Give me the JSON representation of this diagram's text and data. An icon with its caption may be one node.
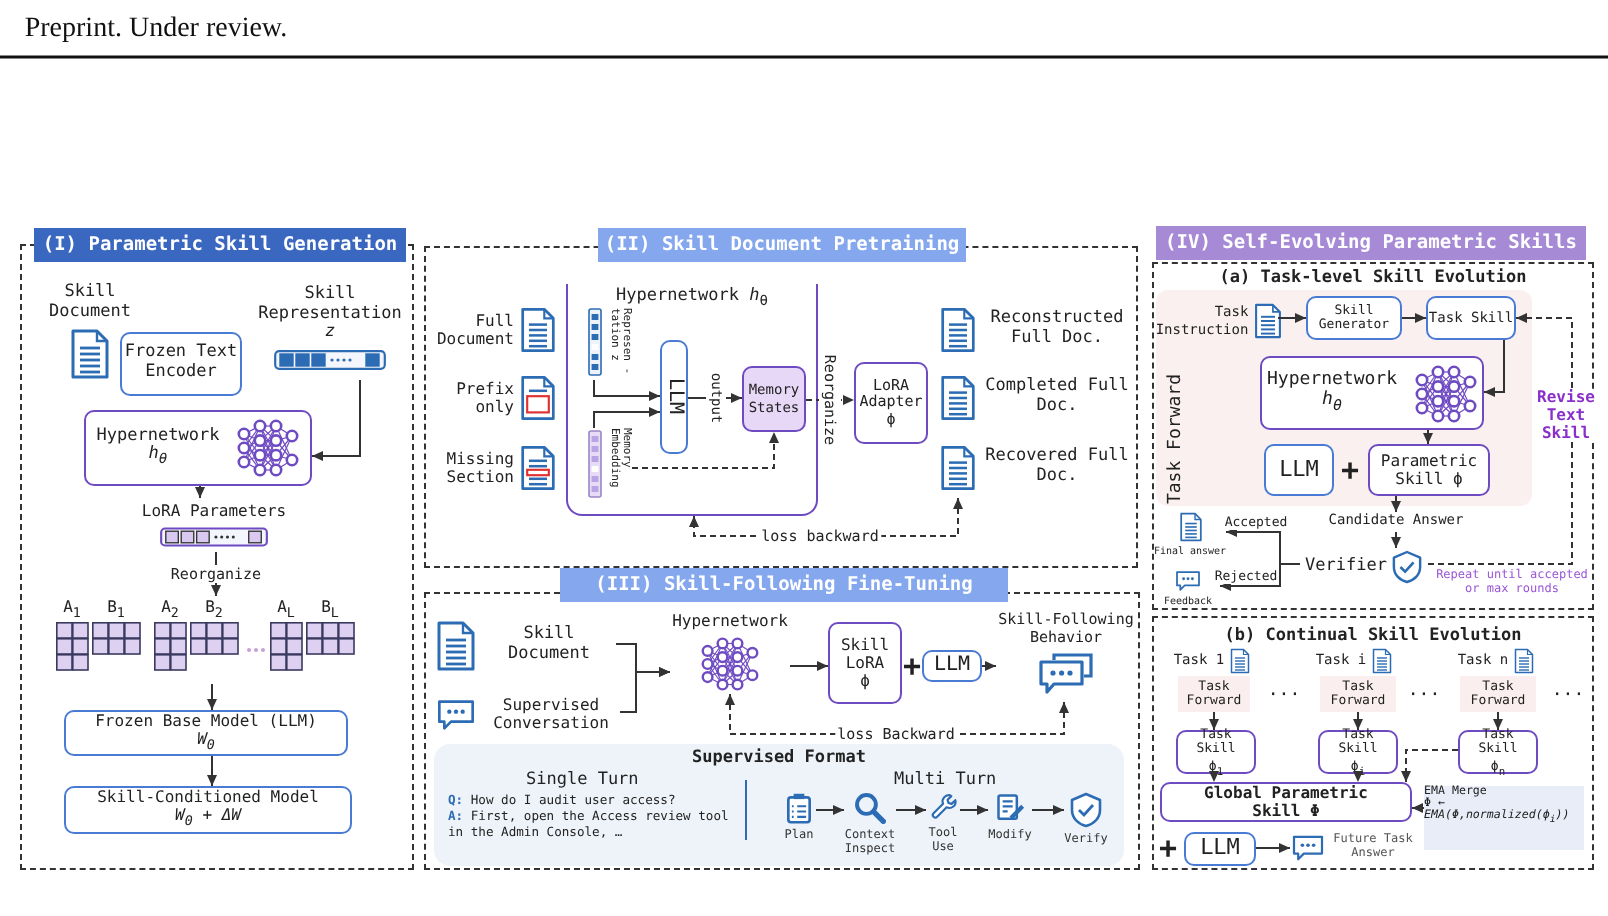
{
  "diagram": {
    "nodes": [
      {
        "text": [
          "(I) Parametric Skill Generation"
        ]
      },
      {
        "text": [
          "Skill Document"
        ],
        "in": 0
      },
      {
        "text": [
          "Frozen Text Encoder"
        ],
        "in": 0
      },
      {
        "text": [
          "Skill Representation",
          "z"
        ],
        "in": 0
      },
      {
        "text": [
          "Hypernetwork",
          "h$_{θ}$"
        ],
        "in": 0
      },
      {
        "text": [
          "LoRA Parameters"
        ],
        "in": 0
      },
      {
        "text": [
          "A$_{1}$",
          "B$_{1}$",
          "A$_{2}$",
          "B$_{2}$",
          "A$_{L}$",
          "B$_{L}$"
        ],
        "in": 0
      },
      {
        "text": [
          "Frozen Base Model (LLM)",
          "W$_{0}$"
        ],
        "in": 0
      },
      {
        "text": [
          "Skill-Conditioned Model",
          "W$_{0}$ + ΔW"
        ],
        "in": 0
      },
      {
        "text": [
          "(II) Skill Document Pretraining"
        ]
      },
      {
        "text": [
          "Full Document"
        ],
        "in": 9
      },
      {
        "text": [
          "Prefix only"
        ],
        "in": 9
      },
      {
        "text": [
          "Missing Section"
        ],
        "in": 9
      },
      {
        "text": [
          "Hypernetwork *h*$_{θ}$"
        ],
        "in": 9
      },
      {
        "text": [
          "Represen -tation z"
        ],
        "in": 13
      },
      {
        "text": [
          "Memory Embedding"
        ],
        "in": 13
      },
      {
        "text": [
          "LLM"
        ],
        "in": 13
      },
      {
        "text": [
          "Memory States"
        ],
        "in": 13
      },
      {
        "text": [
          "LoRA Adapter",
          "ϕ"
        ],
        "in": 9
      },
      {
        "text": [
          "Reconstructed Full Doc."
        ],
        "in": 9
      },
      {
        "text": [
          "Completed Full Doc."
        ],
        "in": 9
      },
      {
        "text": [
          "Recovered Full Doc."
        ],
        "in": 9
      },
      {
        "text": [
          "(III) Skill-Following Fine-Tuning"
        ]
      },
      {
        "text": [
          "Skill Document"
        ],
        "in": 22
      },
      {
        "text": [
          "Supervised Conversation"
        ],
        "in": 22
      },
      {
        "text": [
          "Hypernetwork"
        ],
        "in": 22
      },
      {
        "text": [
          "Skill LoRA",
          "ϕ"
        ],
        "in": 22
      },
      {
        "text": [
          "LLM"
        ],
        "in": 22
      },
      {
        "text": [
          "Skill-Following Behavior"
        ],
        "in": 22
      },
      {
        "text": [
          "Supervised Format",
          "Single Turn",
          "**Q:** How do I audit user access?",
          "**A:** First, open the Access review tool in the Admin Console, …",
          "Multi Turn"
        ],
        "in": 22
      },
      {
        "text": [
          "Plan"
        ],
        "in": 29
      },
      {
        "text": [
          "Context Inspect"
        ],
        "in": 29
      },
      {
        "text": [
          "Tool Use"
        ],
        "in": 29
      },
      {
        "text": [
          "Modify"
        ],
        "in": 29
      },
      {
        "text": [
          "Verify"
        ],
        "in": 29
      },
      {
        "text": [
          "(IV) Self-Evolving Parametric Skills"
        ]
      },
      {
        "text": [
          "(a) Task-level Skill Evolution"
        ]
      },
      {
        "text": [
          "Task Forward"
        ],
        "in": 36
      },
      {
        "text": [
          "Task Instruction"
        ],
        "in": 37
      },
      {
        "text": [
          "Skill Generator"
        ],
        "in": 37
      },
      {
        "text": [
          "Task Skill"
        ],
        "in": 37
      },
      {
        "text": [
          "Hypernetwork",
          "h$_{θ}$"
        ],
        "in": 37
      },
      {
        "text": [
          "LLM"
        ],
        "in": 37
      },
      {
        "text": [
          "Parametric Skill ϕ"
        ],
        "in": 37
      },
      {
        "text": [
          "Candidate Answer"
        ],
        "in": 36
      },
      {
        "text": [
          "Verifier"
        ],
        "in": 36
      },
      {
        "text": [
          "Final answer"
        ],
        "in": 36
      },
      {
        "text": [
          "Feedback"
        ],
        "in": 36
      },
      {
        "text": [
          "(b) Continual Skill Evolution"
        ]
      },
      {
        "text": [
          "Task 1"
        ],
        "in": 48
      },
      {
        "text": [
          "Task i"
        ],
        "in": 48
      },
      {
        "text": [
          "Task n"
        ],
        "in": 48
      },
      {
        "text": [
          "Task Forward"
        ],
        "in": 48
      },
      {
        "text": [
          "Task Forward"
        ],
        "in": 48
      },
      {
        "text": [
          "Task Forward"
        ],
        "in": 48
      },
      {
        "text": [
          "Task Skill",
          "ϕ$_{1}$"
        ],
        "in": 48
      },
      {
        "text": [
          "Task Skill",
          "ϕ$_{i}$"
        ],
        "in": 48
      },
      {
        "text": [
          "Task Skill",
          "ϕ$_{n}$"
        ],
        "in": 48
      },
      {
        "text": [
          "Global Parametric Skill Φ"
        ],
        "in": 48
      },
      {
        "text": [
          "EMA Merge",
          "Φ ←",
          "EMA(Φ,normalized(ϕ$_{i}$))"
        ],
        "in": 48
      },
      {
        "text": [
          "LLM"
        ],
        "in": 48
      },
      {
        "text": [
          "Future Task Answer"
        ],
        "in": 48
      }
    ],
    "edges": [
      {
        "from": 3,
        "to": 4,
        "arrow": "to"
      },
      {
        "from": 4,
        "to": 5,
        "arrow": "to"
      },
      {
        "from": 5,
        "to": 6,
        "arrow": "to",
        "label": "Reorganize"
      },
      {
        "from": 6,
        "to": 7,
        "arrow": "to"
      },
      {
        "from": 7,
        "to": 8,
        "arrow": "to"
      },
      {
        "from": 14,
        "to": 16,
        "arrow": "to"
      },
      {
        "from": 15,
        "to": 16,
        "arrow": "to"
      },
      {
        "from": 16,
        "to": 17,
        "arrow": "to",
        "label": "output"
      },
      {
        "from": 17,
        "to": 18,
        "arrow": "to",
        "label": "Reorganize",
        "style": "dashed"
      },
      {
        "from": 15,
        "to": 17,
        "arrow": "to",
        "style": "dashed"
      },
      {
        "from": 21,
        "to": 13,
        "arrow": "both",
        "label": "loss backward",
        "style": "dashed"
      },
      {
        "from": 23,
        "to": 25,
        "arrow": "to"
      },
      {
        "from": 24,
        "to": 25,
        "arrow": "to"
      },
      {
        "from": 25,
        "to": 26,
        "arrow": "to"
      },
      {
        "from": 27,
        "to": 28,
        "arrow": "to"
      },
      {
        "from": 28,
        "to": 25,
        "arrow": "both",
        "label": "loss Backward",
        "style": "dashed"
      },
      {
        "from": 30,
        "to": 31,
        "arrow": "to"
      },
      {
        "from": 31,
        "to": 32,
        "arrow": "to"
      },
      {
        "from": 32,
        "to": 33,
        "arrow": "to"
      },
      {
        "from": 33,
        "to": 34,
        "arrow": "to"
      },
      {
        "from": 38,
        "to": 39,
        "arrow": "to"
      },
      {
        "from": 39,
        "to": 40,
        "arrow": "to"
      },
      {
        "from": 40,
        "to": 41,
        "arrow": "to"
      },
      {
        "from": 41,
        "to": 43,
        "arrow": "to"
      },
      {
        "from": 43,
        "to": 44,
        "arrow": "to"
      },
      {
        "from": 44,
        "to": 45,
        "arrow": "to"
      },
      {
        "from": 45,
        "to": 46,
        "arrow": "to",
        "label": "Accepted"
      },
      {
        "from": 45,
        "to": 47,
        "arrow": "to",
        "label": "Rejected"
      },
      {
        "from": 45,
        "to": 40,
        "arrow": "to",
        "label": "Revise Text Skill",
        "style": "dashed"
      },
      {
        "from": 52,
        "to": 55,
        "arrow": "to"
      },
      {
        "from": 53,
        "to": 56,
        "arrow": "to"
      },
      {
        "from": 54,
        "to": 57,
        "arrow": "to"
      },
      {
        "from": 55,
        "to": 58,
        "arrow": "to",
        "style": "dashed"
      },
      {
        "from": 56,
        "to": 58,
        "arrow": "to",
        "style": "dashed"
      },
      {
        "from": 57,
        "to": 58,
        "arrow": "to",
        "style": "dashed"
      },
      {
        "from": 59,
        "to": 58,
        "arrow": "to"
      },
      {
        "from": 60,
        "to": 61,
        "arrow": "to"
      }
    ],
    "labels": [
      "Preprint. Under review.",
      "+",
      "+",
      "Repeat until accepted or max rounds",
      "···",
      "···",
      "···",
      "+"
    ]
  }
}
